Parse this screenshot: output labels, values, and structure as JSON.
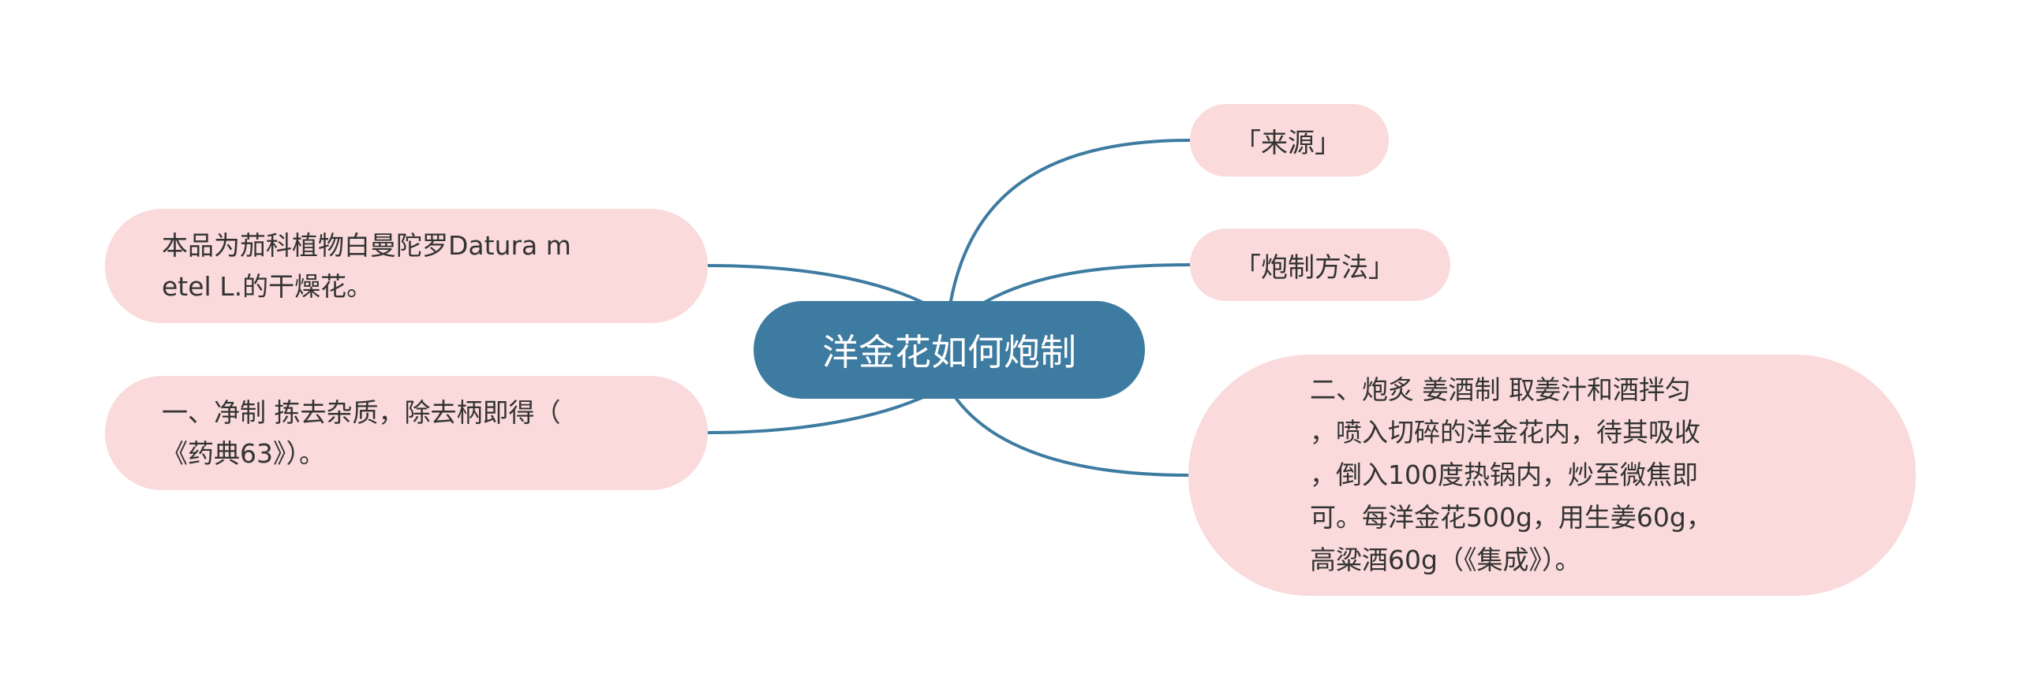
{
  "mindmap": {
    "root": {
      "label": "洋金花如何炮制"
    },
    "branches": {
      "source": {
        "label": "「来源」"
      },
      "method": {
        "label": "「炮制方法」"
      },
      "processing": {
        "text": "二、炮炙 姜酒制 取姜汁和酒拌匀\n，喷入切碎的洋金花内，待其吸收\n，倒入100度热锅内，炒至微焦即\n可。每洋金花500g，用生姜60g，\n高粱酒60g（《集成》）。"
      },
      "origin_detail": {
        "text": "本品为茄科植物白曼陀罗Datura m\netel L.的干燥花。"
      },
      "cleaning": {
        "text": "一、净制 拣去杂质，除去柄即得（\n《药典63》）。"
      }
    }
  },
  "colors": {
    "root_fill": "#3d7ba0",
    "root_text": "#ffffff",
    "leaf_fill": "#fadadb",
    "leaf_text": "#333333",
    "connector": "#3d7ba0"
  }
}
